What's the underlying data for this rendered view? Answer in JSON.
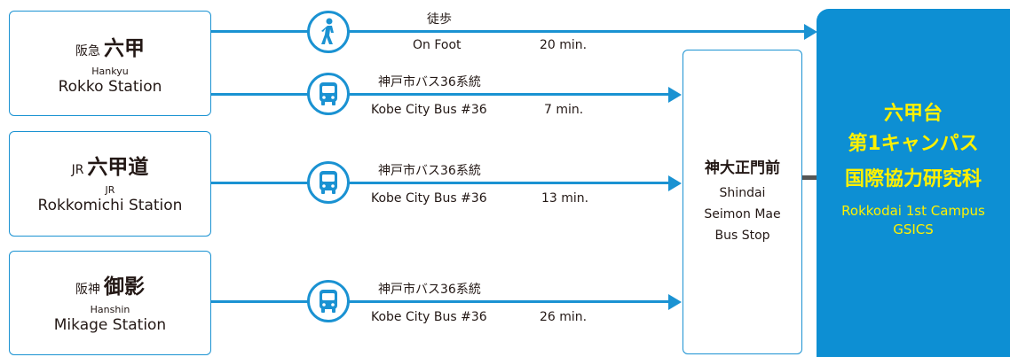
{
  "stations": [
    {
      "jp_prefix": "阪急",
      "jp_name": "六甲",
      "en_prefix": "Hankyu",
      "en_name": "Rokko Station"
    },
    {
      "jp_prefix": "JR",
      "jp_name": "六甲道",
      "en_prefix": "JR",
      "en_name": "Rokkomichi Station"
    },
    {
      "jp_prefix": "阪神",
      "jp_name": "御影",
      "en_prefix": "Hanshin",
      "en_name": "Mikage Station"
    }
  ],
  "routes": [
    {
      "mode_icon": "walking-person-icon",
      "mode_jp": "徒歩",
      "mode_en": "On Foot",
      "time": "20 min."
    },
    {
      "mode_icon": "bus-icon",
      "mode_jp": "神戸市バス36系統",
      "mode_en": "Kobe City Bus  #36",
      "time": "7 min."
    },
    {
      "mode_icon": "bus-icon",
      "mode_jp": "神戸市バス36系統",
      "mode_en": "Kobe City Bus  #36",
      "time": "13 min."
    },
    {
      "mode_icon": "bus-icon",
      "mode_jp": "神戸市バス36系統",
      "mode_en": "Kobe City Bus  #36",
      "time": "26 min."
    }
  ],
  "bus_stop": {
    "jp": "神大正門前",
    "en_lines": [
      "Shindai",
      "Seimon Mae",
      "Bus Stop"
    ]
  },
  "campus": {
    "jp_line1": "六甲台",
    "jp_line2": "第1キャンパス",
    "jp_line3": "国際協力研究科",
    "en_line1": "Rokkodai 1st Campus",
    "en_line2": "GSICS"
  },
  "colors": {
    "accent": "#1a92d2",
    "campus_bg": "#0d8fd3",
    "campus_text": "#fff100"
  }
}
